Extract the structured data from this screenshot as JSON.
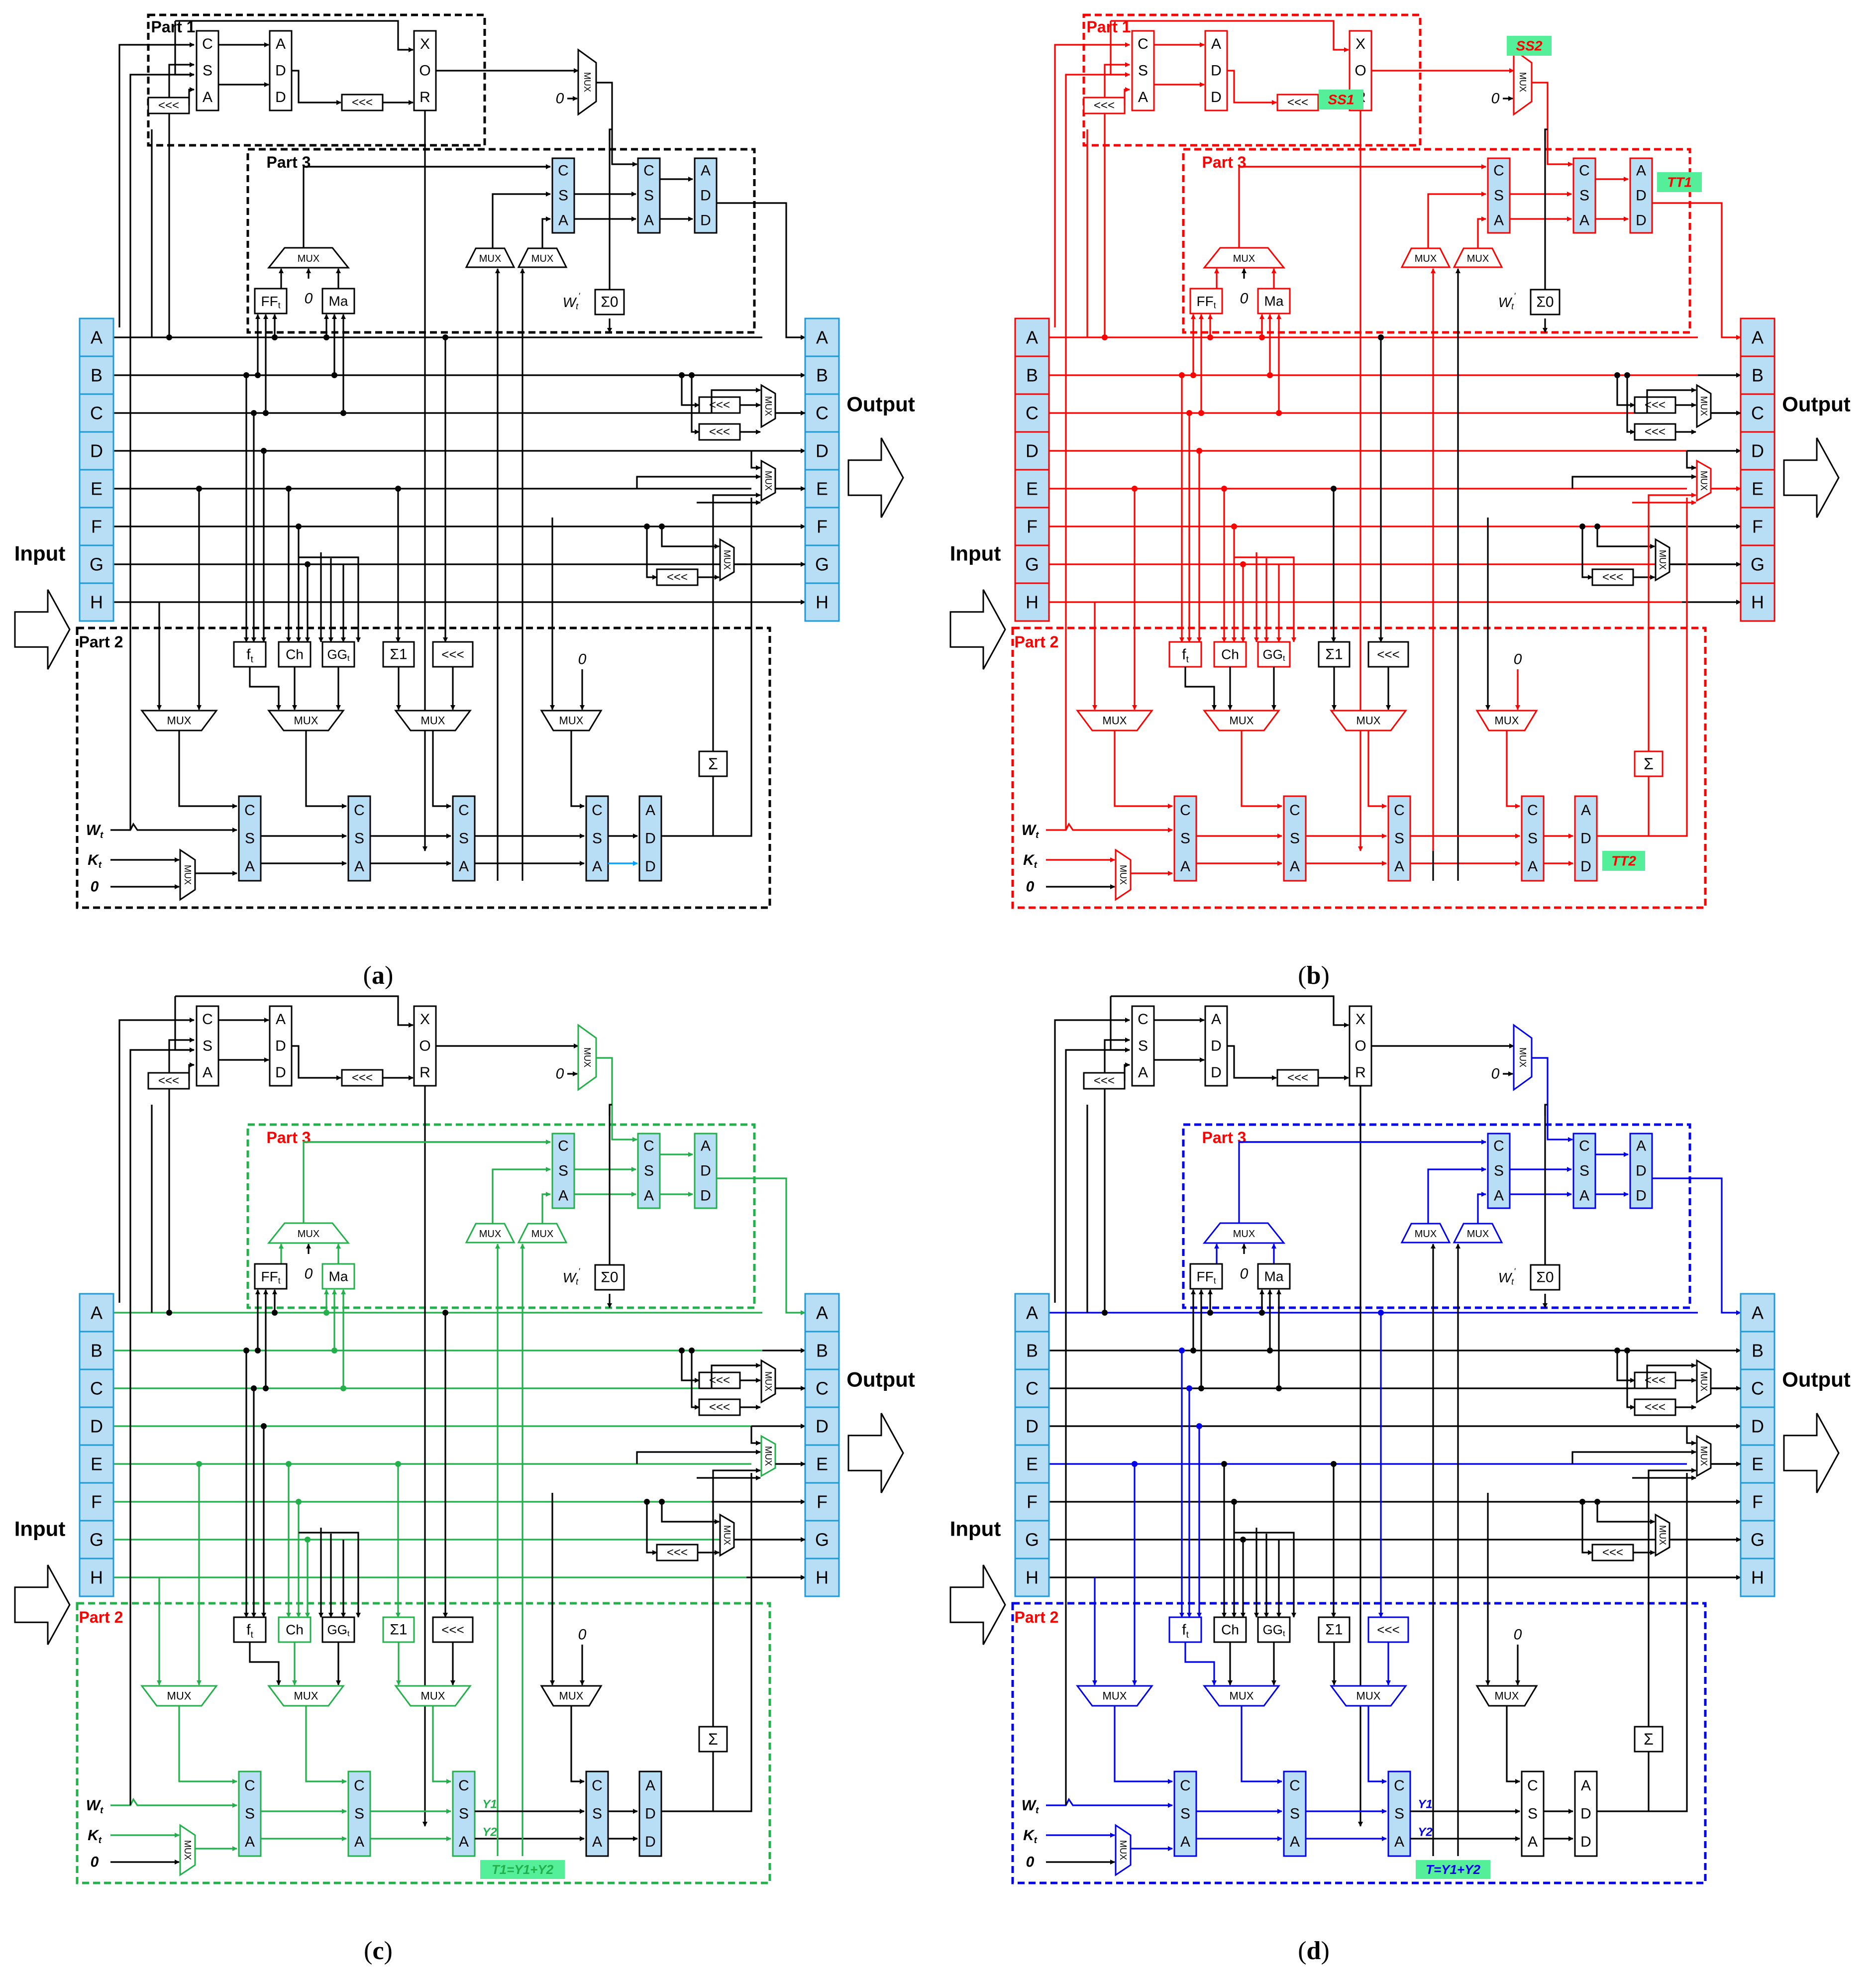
{
  "labels": {
    "input": "Input",
    "output": "Output",
    "part1": "Part 1",
    "part2": "Part 2",
    "part3": "Part 3",
    "mux": "MUX",
    "csa": [
      "C",
      "S",
      "A"
    ],
    "add": [
      "A",
      "D",
      "D"
    ],
    "xor": [
      "X",
      "O",
      "R"
    ],
    "rot": "<<<",
    "sigma": "Σ",
    "sigma0": "Σ0",
    "sigma1": "Σ1",
    "ft": "f",
    "ft_sub": "t",
    "ff": "FF",
    "ff_sub": "t",
    "gg": "GG",
    "gg_sub": "t",
    "ch": "Ch",
    "ma": "Ma",
    "zero": "0",
    "w": "W",
    "w_sub": "t",
    "k": "K",
    "k_sub": "t",
    "wprime": "W",
    "wprime_sub": "t",
    "wprime_sup": "'",
    "y1": "Y1",
    "y2": "Y2"
  },
  "registers": [
    "A",
    "B",
    "C",
    "D",
    "E",
    "F",
    "G",
    "H"
  ],
  "panels": [
    {
      "caption": "a",
      "color": "#000000",
      "show_part1": true,
      "part_label_color": "#000000",
      "tags": []
    },
    {
      "caption": "b",
      "color": "#ff0000",
      "show_part1": true,
      "part_label_color": "#ff0000",
      "tags": [
        {
          "text": "SS1",
          "pos": "ss1"
        },
        {
          "text": "SS2",
          "pos": "ss2"
        },
        {
          "text": "TT1",
          "pos": "tt1"
        },
        {
          "text": "TT2",
          "pos": "tt2"
        }
      ]
    },
    {
      "caption": "c",
      "color": "#22b04a",
      "show_part1": false,
      "part_label_color": "#ff0000",
      "tags": [
        {
          "text": "T1=Y1+Y2",
          "pos": "t"
        }
      ]
    },
    {
      "caption": "d",
      "color": "#0000ee",
      "show_part1": false,
      "part_label_color": "#ff0000",
      "tags": [
        {
          "text": "T=Y1+Y2",
          "pos": "t"
        }
      ]
    }
  ],
  "colors": {
    "register_fill": "#b7def5",
    "register_stroke": "#1e9bd7",
    "tag_fill": "#55ee99",
    "wire": "#000000",
    "highlight_blue": "#00a0ff"
  }
}
